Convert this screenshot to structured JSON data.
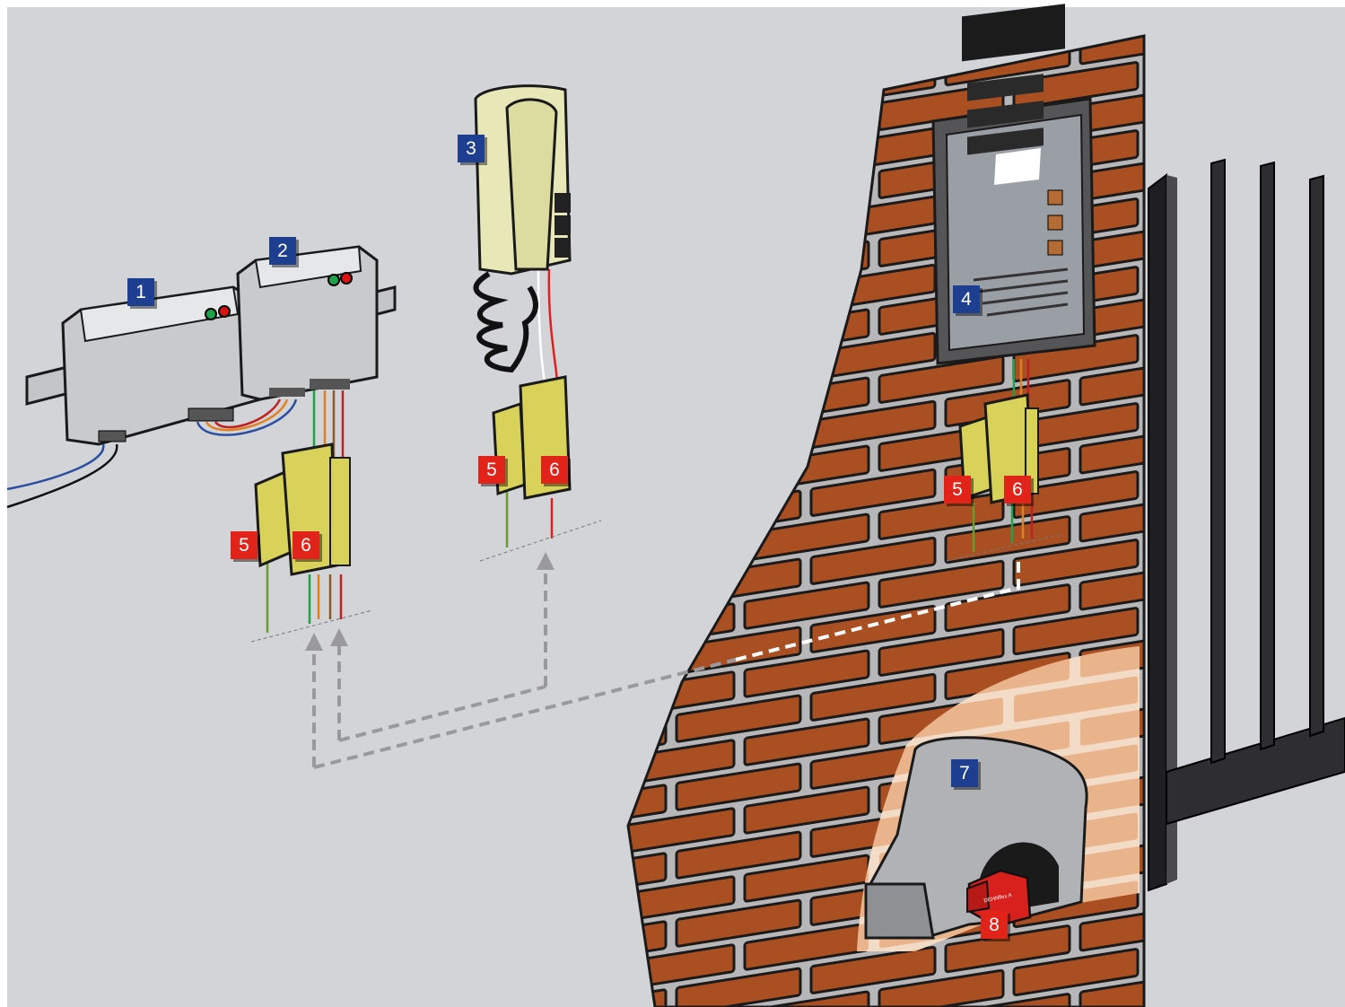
{
  "colors": {
    "background": "#d2d4d8",
    "brick": "#a94f22",
    "mortar": "#b7b7b9",
    "device_grey": "#c9cacc",
    "spd_yellow": "#d8d25a",
    "handset": "#e8e7b8",
    "tag_blue": "#1e3f8f",
    "tag_red": "#e2231a",
    "gate": "#2e2e30",
    "arrow": "#9a9a9c"
  },
  "components": {
    "c1": {
      "label": "1",
      "icon": "din-rail-power-supply-icon"
    },
    "c2": {
      "label": "2",
      "icon": "din-rail-controller-icon"
    },
    "c3": {
      "label": "3",
      "icon": "intercom-handset-icon"
    },
    "c4": {
      "label": "4",
      "icon": "door-station-panel-icon"
    },
    "c5": {
      "label": "5",
      "icon": "surge-protector-module-icon"
    },
    "c6": {
      "label": "6",
      "icon": "surge-protector-module-icon"
    },
    "c7": {
      "label": "7",
      "icon": "gate-post-housing-icon"
    },
    "c8": {
      "label": "8",
      "icon": "red-surge-arrester-icon"
    }
  },
  "device_text": {
    "arrester_marking": "DEHNflex A"
  }
}
